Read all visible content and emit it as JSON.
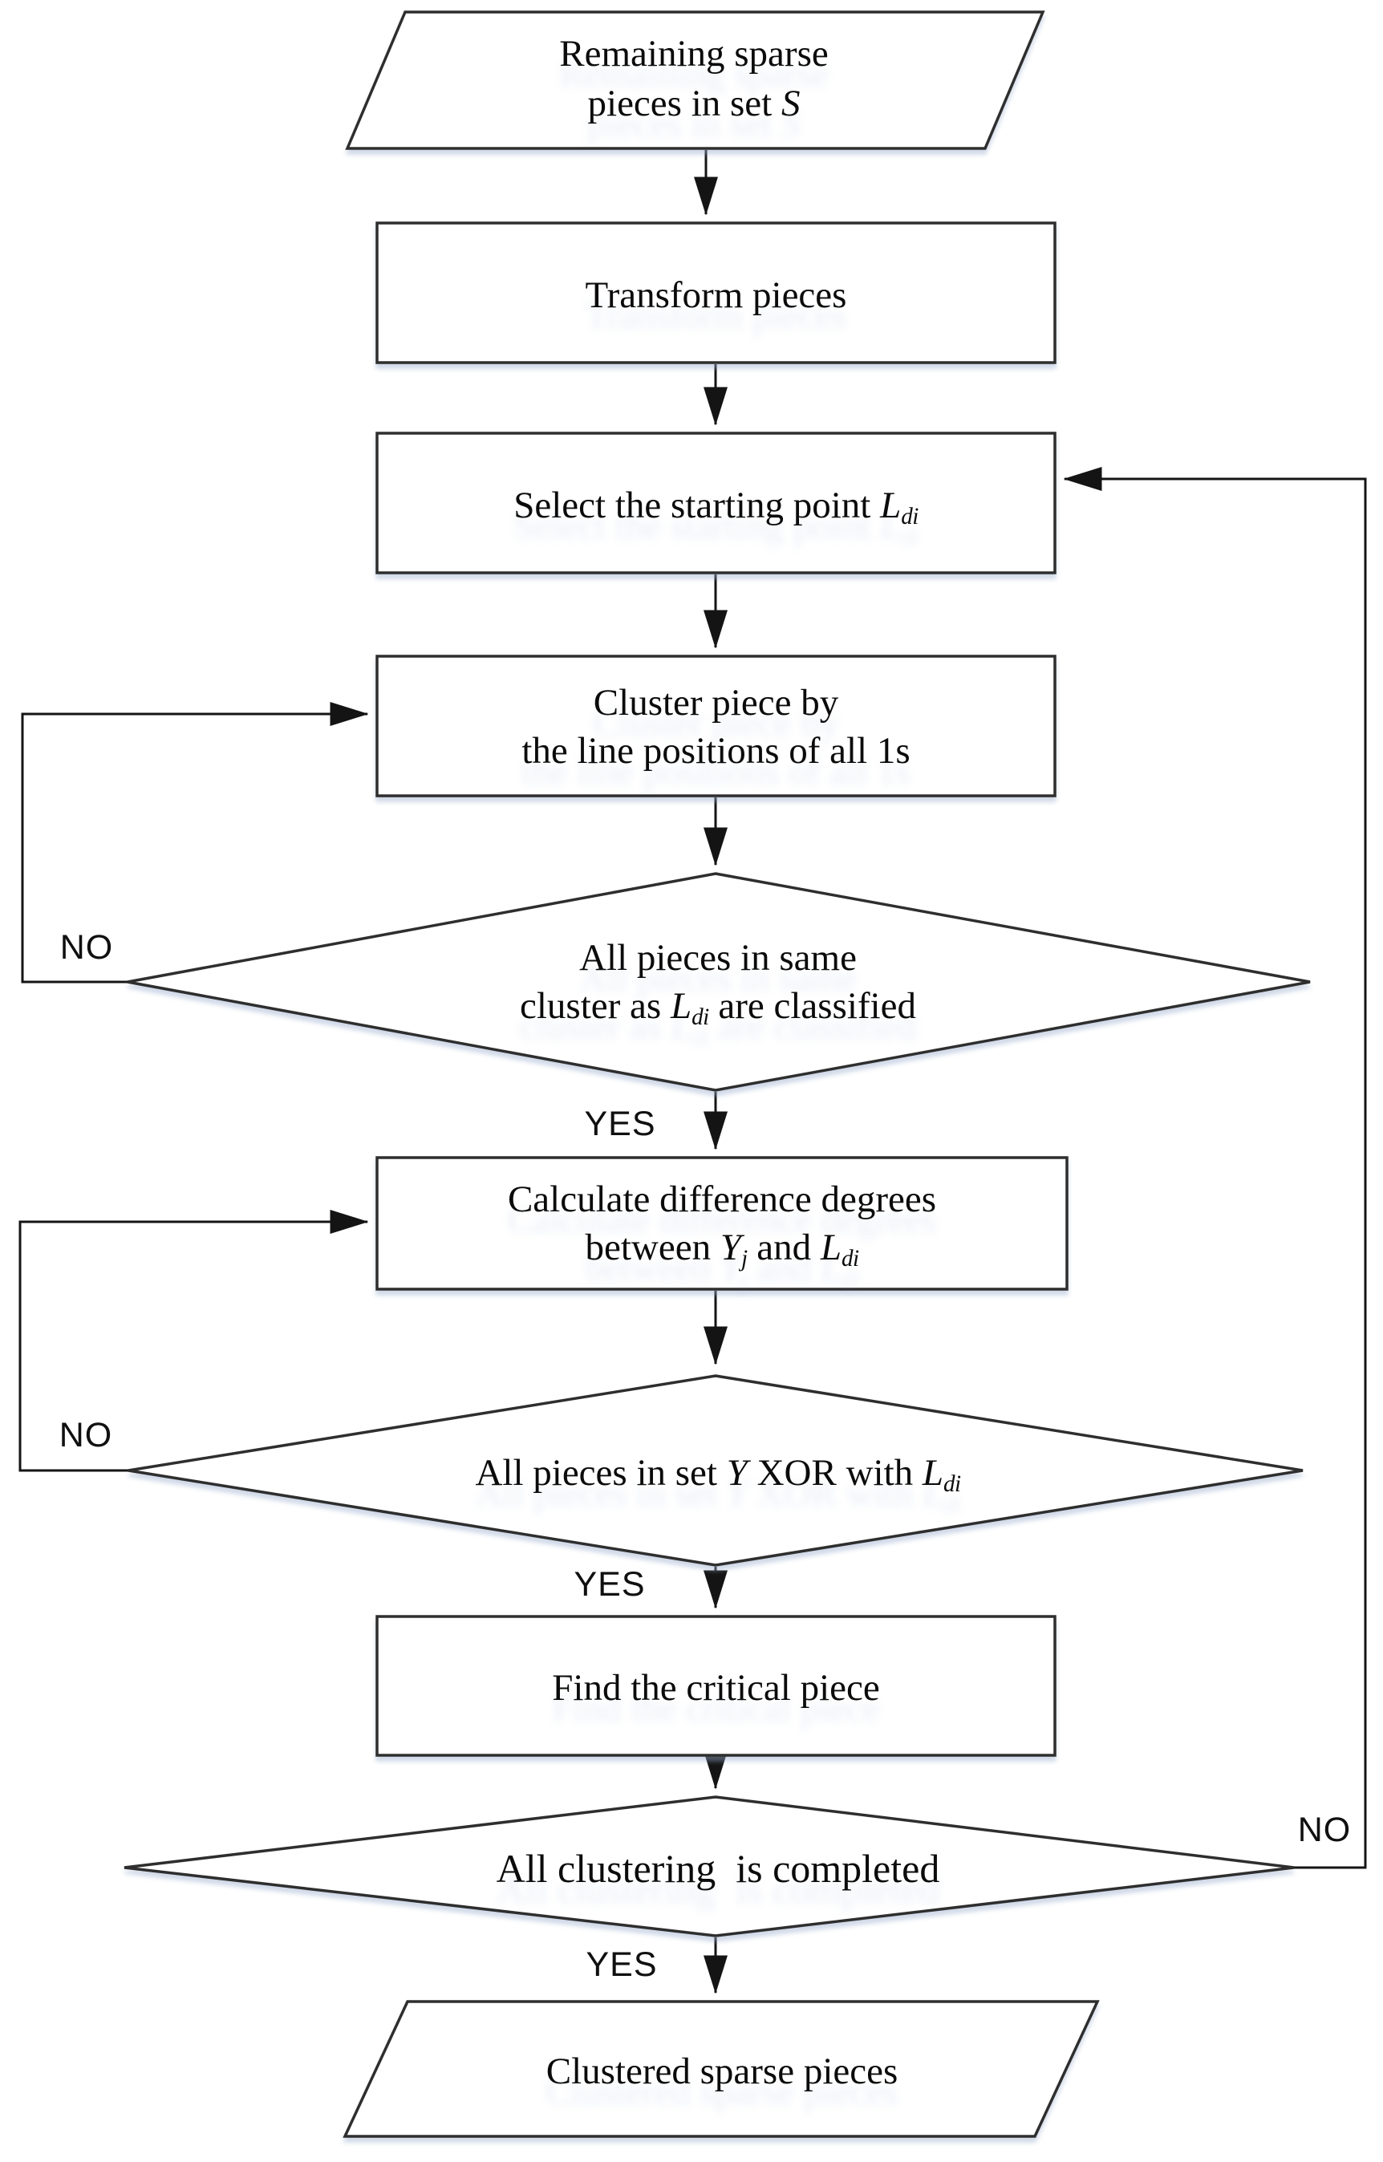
{
  "figure": {
    "kind": "flowchart",
    "background": "#ffffff",
    "colors": {
      "shape_fill": "#ffffff",
      "shape_stroke": "#2e2e2e",
      "edge_stroke": "#141414",
      "text": "#0b0b0b",
      "shadow": "rgba(150,170,205,0.45)"
    },
    "nodes": {
      "start": {
        "type": "input-parallelogram",
        "lines": [
          [
            {
              "t": "Remaining sparse"
            }
          ],
          [
            {
              "t": "pieces in set "
            },
            {
              "t": "S",
              "i": 1
            }
          ]
        ]
      },
      "transform": {
        "type": "process",
        "lines": [
          [
            {
              "t": "Transform pieces"
            }
          ]
        ]
      },
      "select": {
        "type": "process",
        "lines": [
          [
            {
              "t": "Select the starting point "
            },
            {
              "t": "L",
              "i": 1
            },
            {
              "t": "di",
              "i": 1,
              "sub": 1
            }
          ]
        ]
      },
      "cluster": {
        "type": "process",
        "lines": [
          [
            {
              "t": "Cluster piece by"
            }
          ],
          [
            {
              "t": "the line positions of all 1s"
            }
          ]
        ]
      },
      "classified": {
        "type": "decision",
        "lines": [
          [
            {
              "t": "All pieces in same"
            }
          ],
          [
            {
              "t": "cluster as "
            },
            {
              "t": "L",
              "i": 1
            },
            {
              "t": "di",
              "i": 1,
              "sub": 1
            },
            {
              "t": " are classified"
            }
          ]
        ]
      },
      "calc": {
        "type": "process",
        "lines": [
          [
            {
              "t": "Calculate difference degrees"
            }
          ],
          [
            {
              "t": "between "
            },
            {
              "t": "Y",
              "i": 1
            },
            {
              "t": "j",
              "i": 1,
              "sub": 1
            },
            {
              "t": " and "
            },
            {
              "t": "L",
              "i": 1
            },
            {
              "t": "di",
              "i": 1,
              "sub": 1
            }
          ]
        ]
      },
      "xor": {
        "type": "decision",
        "lines": [
          [
            {
              "t": "All pieces in set "
            },
            {
              "t": "Y",
              "i": 1
            },
            {
              "t": " XOR with "
            },
            {
              "t": "L",
              "i": 1
            },
            {
              "t": "di",
              "i": 1,
              "sub": 1
            }
          ]
        ]
      },
      "critical": {
        "type": "process",
        "lines": [
          [
            {
              "t": "Find the critical piece"
            }
          ]
        ]
      },
      "completed": {
        "type": "decision",
        "lines": [
          [
            {
              "t": "All clustering  is completed"
            }
          ]
        ]
      },
      "end": {
        "type": "output-parallelogram",
        "lines": [
          [
            {
              "t": "Clustered sparse pieces"
            }
          ]
        ]
      }
    },
    "branch_labels": {
      "classified_no": "NO",
      "classified_yes": "YES",
      "xor_no": "NO",
      "xor_yes": "YES",
      "completed_no": "NO",
      "completed_yes": "YES"
    }
  }
}
